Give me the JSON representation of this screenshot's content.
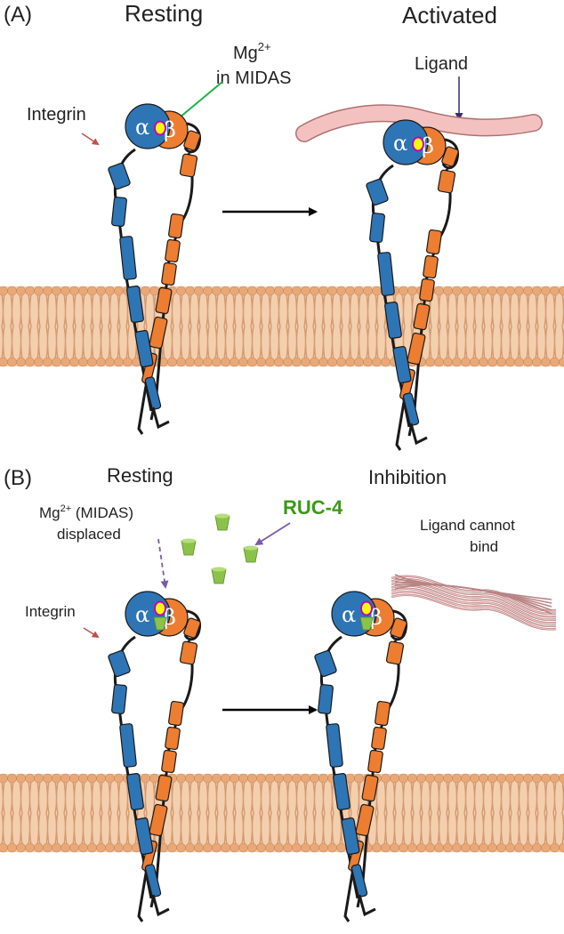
{
  "panel_a": {
    "tag": "(A)",
    "resting_title": "Resting",
    "activated_title": "Activated",
    "integrin_label": "Integrin",
    "mg_label_main": "Mg",
    "mg_label_sup": "2+",
    "mg_label_line2": "in MIDAS",
    "ligand_label": "Ligand"
  },
  "panel_b": {
    "tag": "(B)",
    "resting_title": "Resting",
    "inhibition_title": "Inhibition",
    "integrin_label": "Integrin",
    "mg_label_main": "Mg",
    "mg_label_sup": "2+",
    "mg_label_rest": " (MIDAS)",
    "mg_label_line2": "displaced",
    "drug_label": "RUC-4",
    "ligand_label_line1": "Ligand cannot",
    "ligand_label_line2": "bind"
  },
  "subunits": {
    "alpha": "α",
    "beta": "β"
  },
  "colors": {
    "alpha": "#2e75b6",
    "beta": "#ed7d31",
    "membrane": "#e8a878",
    "ligand": "#f4c1c1",
    "mg_ion": "#ffff00",
    "midas_ring": "#c000c0",
    "drug": "#8bc34a",
    "drug_label": "#3a9a17",
    "pointer_green": "#19b44a",
    "pointer_purple": "#7a5aa8",
    "pointer_red": "#c0504d"
  }
}
